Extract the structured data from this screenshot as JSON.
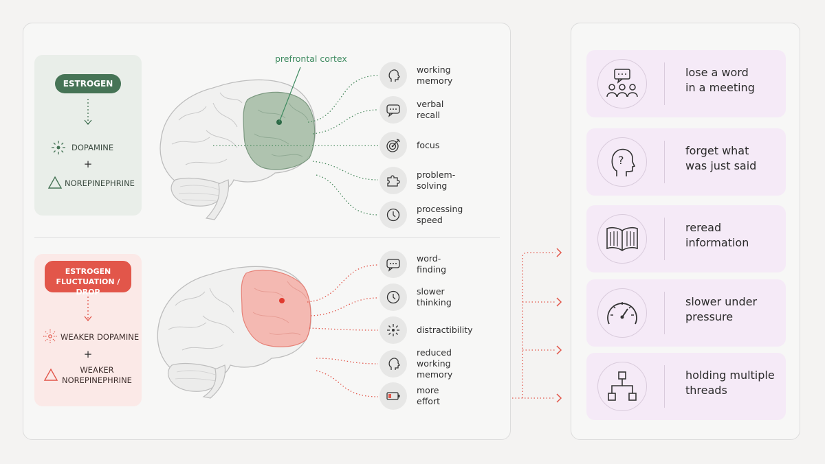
{
  "top": {
    "pill": "ESTROGEN",
    "chem1": "DOPAMINE",
    "plus": "+",
    "chem2": "NOREPINEPHRINE",
    "region_label": "prefrontal cortex",
    "items": [
      {
        "label": "working memory",
        "icon": "head-icon"
      },
      {
        "label": "verbal recall",
        "icon": "speech-bubble-icon"
      },
      {
        "label": "focus",
        "icon": "target-icon"
      },
      {
        "label": "problem-solving",
        "icon": "puzzle-icon"
      },
      {
        "label": "processing speed",
        "icon": "clock-icon"
      }
    ],
    "accent": "#467456"
  },
  "bottom": {
    "pill_line1": "ESTROGEN",
    "pill_line2": "FLUCTUATION / DROP",
    "chem1": "WEAKER DOPAMINE",
    "plus": "+",
    "chem2_line1": "WEAKER",
    "chem2_line2": "NOREPINEPHRINE",
    "items": [
      {
        "label": "word-finding",
        "icon": "speech-bubble-icon"
      },
      {
        "label": "slower thinking",
        "icon": "clock-icon"
      },
      {
        "label": "distractibility",
        "icon": "burst-icon"
      },
      {
        "label_line1": "reduced",
        "label_line2": "working memory",
        "icon": "head-icon"
      },
      {
        "label": "more effort",
        "icon": "low-battery-icon"
      }
    ],
    "accent": "#e2564a"
  },
  "effects": [
    {
      "line1": "lose a word",
      "line2": "in a meeting",
      "icon": "meeting-icon"
    },
    {
      "line1": "forget what",
      "line2": "was just said",
      "icon": "question-head-icon"
    },
    {
      "line1": "reread",
      "line2": "information",
      "icon": "book-icon"
    },
    {
      "line1": "slower under",
      "line2": "pressure",
      "icon": "gauge-icon"
    },
    {
      "line1": "holding multiple",
      "line2": "threads",
      "icon": "hierarchy-icon"
    }
  ]
}
